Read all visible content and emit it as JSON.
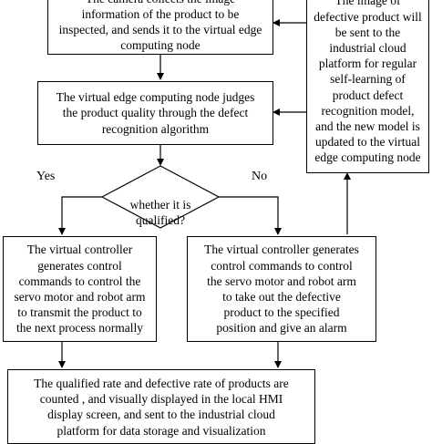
{
  "nodes": {
    "acquire": {
      "text": "The camera collects the image\ninformation of the product to be\ninspected, and sends it to the virtual edge\ncomputing node"
    },
    "judge": {
      "text": "The virtual edge computing node judges\nthe product quality through the defect\nrecognition algorithm"
    },
    "decision": {
      "text": "whether it is\nqualified?"
    },
    "qualified": {
      "text": "The virtual controller\ngenerates control\ncommands to control the\nservo motor and robot arm\nto transmit the product to\nthe next process normally"
    },
    "defective": {
      "text": "The virtual controller generates\ncontrol commands to control\nthe servo motor and robot arm\nto take out the defective\nproduct to the specified\nposition and give an alarm"
    },
    "cloud_learning": {
      "text": "The image of\ndefective product will\nbe sent to the\nindustrial cloud\nplatform for regular\nself-learning of\nproduct defect\nrecognition model,\nand the new model is\nupdated to the virtual\nedge computing node"
    },
    "statistics": {
      "text": "The qualified rate and defective rate of products are\ncounted , and visually displayed in the local HMI\ndisplay screen, and sent to the industrial cloud\nplatform for data storage and visualization"
    }
  },
  "edge_labels": {
    "yes": "Yes",
    "no": "No"
  },
  "colors": {
    "stroke": "#000000",
    "fill": "#ffffff"
  }
}
